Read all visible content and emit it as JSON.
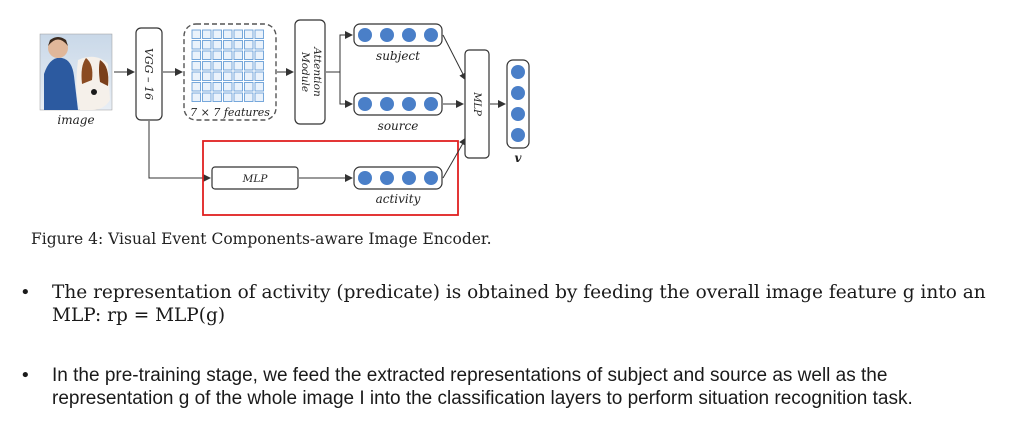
{
  "diagram": {
    "image_label": "image",
    "vgg_label": "VGG – 16",
    "features_label": "7 × 7 features",
    "attention_label_1": "Attention",
    "attention_label_2": "Module",
    "subject_label": "subject",
    "source_label": "source",
    "mlp_small_label": "MLP",
    "activity_label": "activity",
    "mlp_big_label": "MLP",
    "output_label": "v",
    "node_color": "#4a7fc8",
    "highlight_color": "#e02020"
  },
  "caption": "Figure 4: Visual Event Components-aware Image Encoder.",
  "bullets": [
    {
      "marker": "•",
      "text": "The representation of activity (predicate) is obtained by feeding the overall image feature g into an MLP: rp = MLP(g)"
    },
    {
      "marker": "•",
      "text": "In the pre-training stage, we feed the extracted representations of subject and source as well as the representation g of the whole image I into the classification layers to perform situation recognition task."
    }
  ]
}
